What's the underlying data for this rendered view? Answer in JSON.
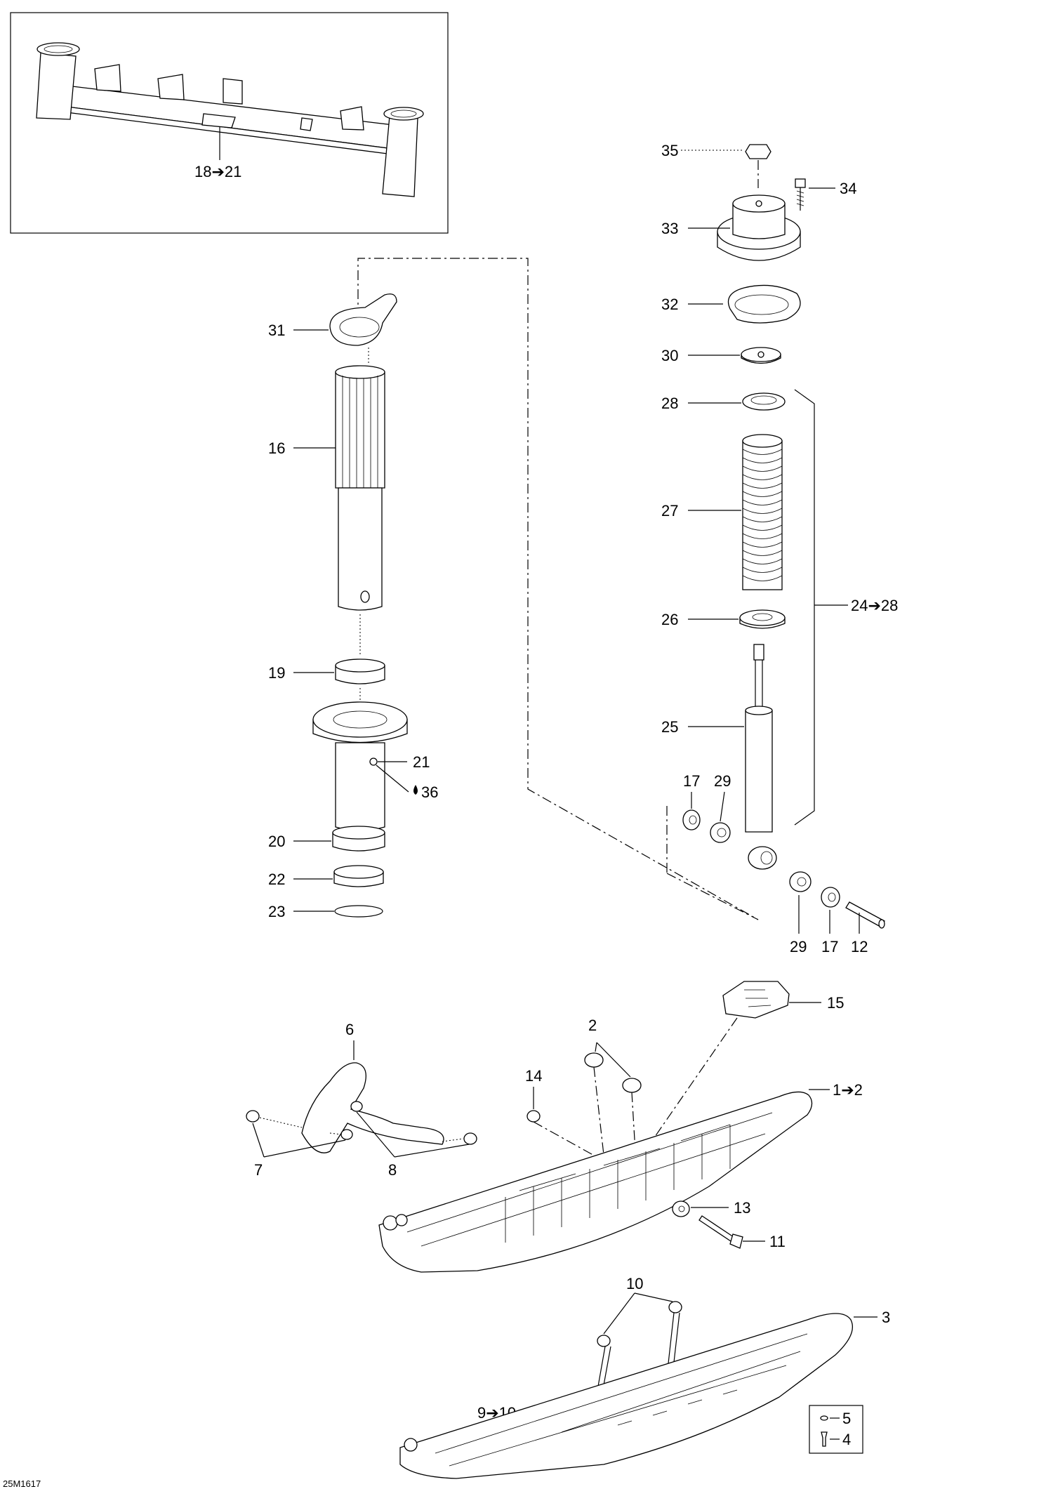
{
  "callouts": {
    "c18_21": "18➔21",
    "c35": "35",
    "c34": "34",
    "c33": "33",
    "c32": "32",
    "c31": "31",
    "c30": "30",
    "c28": "28",
    "c16": "16",
    "c27": "27",
    "c24_28": "24➔28",
    "c26": "26",
    "c19": "19",
    "c25": "25",
    "c21": "21",
    "c36": "36",
    "c17a": "17",
    "c29a": "29",
    "c20": "20",
    "c22": "22",
    "c23": "23",
    "c29b": "29",
    "c17b": "17",
    "c12": "12",
    "c15": "15",
    "c2": "2",
    "c6": "6",
    "c14": "14",
    "c1_2": "1➔2",
    "c7": "7",
    "c8": "8",
    "c13": "13",
    "c11": "11",
    "c10": "10",
    "c3": "3",
    "c9_10": "9➔10",
    "c5": "5",
    "c4": "4"
  },
  "diagram_code": "25M1617",
  "colors": {
    "line": "#000000",
    "paper": "#ffffff",
    "fill": "#e8e8e8"
  }
}
